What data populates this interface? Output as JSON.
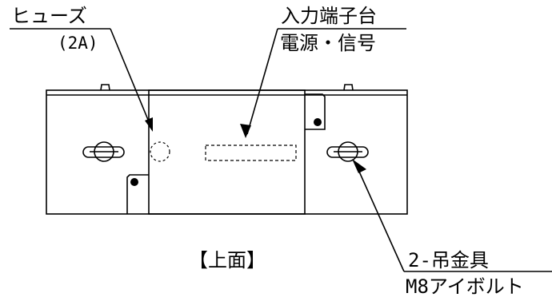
{
  "labels": {
    "fuse": "ヒューズ",
    "fuse_rating": "(2A)",
    "input_terminal": "入力端子台",
    "terminal_use": "電源・信号",
    "top_view": "【上面】",
    "hanger": "2-吊金具",
    "eyebolt": "M8アイボルト"
  },
  "colors": {
    "line": "#000000",
    "background": "#ffffff"
  }
}
